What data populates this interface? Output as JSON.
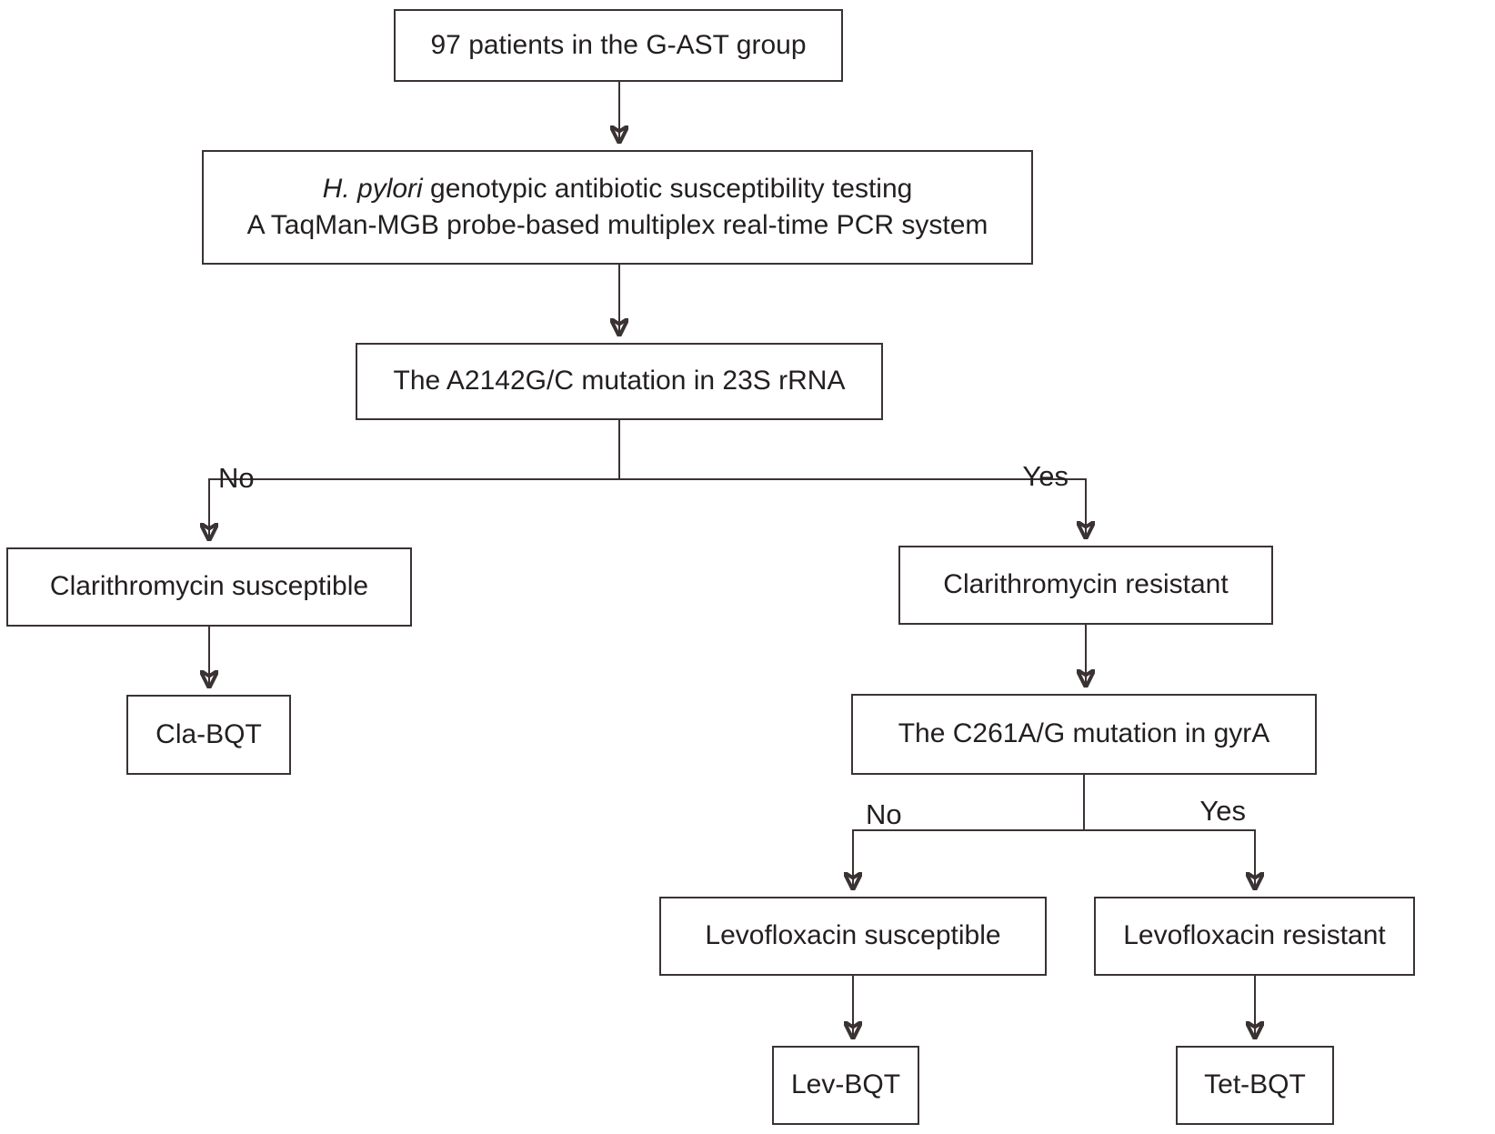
{
  "diagram": {
    "nodes": {
      "gast": {
        "label": "97 patients in the G-AST group"
      },
      "testing": {
        "line1_italic": "H. pylori",
        "line1_rest": " genotypic antibiotic susceptibility testing",
        "line2": "A TaqMan-MGB probe-based multiplex real-time PCR system"
      },
      "mut23s": {
        "label": "The A2142G/C mutation in 23S rRNA"
      },
      "claS": {
        "label": "Clarithromycin susceptible"
      },
      "claR": {
        "label": "Clarithromycin resistant"
      },
      "claBQT": {
        "label": "Cla-BQT"
      },
      "gyrA": {
        "label": "The C261A/G mutation in gyrA"
      },
      "levS": {
        "label": "Levofloxacin susceptible"
      },
      "levR": {
        "label": "Levofloxacin resistant"
      },
      "levBQT": {
        "label": "Lev-BQT"
      },
      "tetBQT": {
        "label": "Tet-BQT"
      }
    },
    "branches": {
      "b23s_no": "No",
      "b23s_yes": "Yes",
      "bgyra_no": "No",
      "bgyra_yes": "Yes"
    },
    "colors": {
      "line": "#3a3233",
      "text": "#231f20",
      "background": "#ffffff"
    }
  }
}
